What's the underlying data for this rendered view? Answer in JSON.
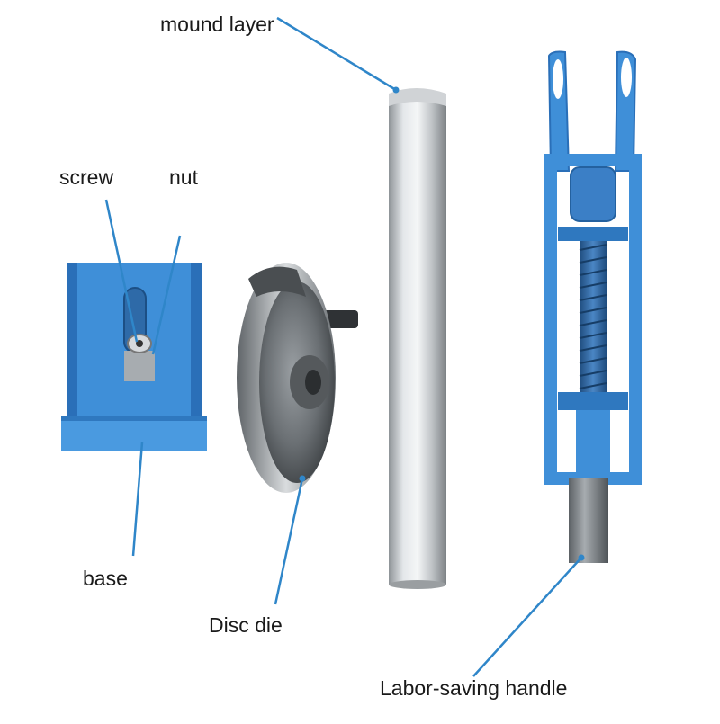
{
  "labels": {
    "mound_layer": "mound layer",
    "screw": "screw",
    "nut": "nut",
    "base": "base",
    "disc_die": "Disc die",
    "handle": "Labor-saving handle"
  },
  "colors": {
    "part_blue": "#3f8fd8",
    "part_blue_dark": "#2a6fb8",
    "leader_line": "#2f86c9",
    "steel": "#b8bcc0",
    "steel_dark": "#6d7276",
    "label_text": "#1a1a1a"
  }
}
